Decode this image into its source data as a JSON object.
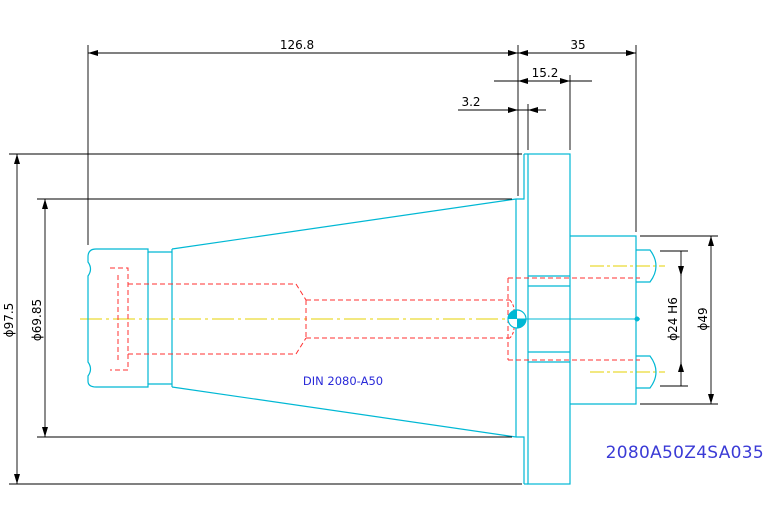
{
  "dimensions": {
    "overall_length": "126.8",
    "flange_length": "35",
    "shoulder": "15.2",
    "flange_step": "3.2",
    "outer_diameter": "ϕ97.5",
    "taper_diameter": "ϕ69.85",
    "bore_diameter": "ϕ24 H6",
    "pin_pitch_diameter": "ϕ49"
  },
  "standard_label": "DIN 2080-A50",
  "part_number": "2080A50Z4SA035",
  "colors": {
    "outline": "#00b8d4",
    "hidden": "#ff3030",
    "centerline": "#e6d200",
    "dimension": "#000000",
    "label": "#2a2ad8"
  }
}
